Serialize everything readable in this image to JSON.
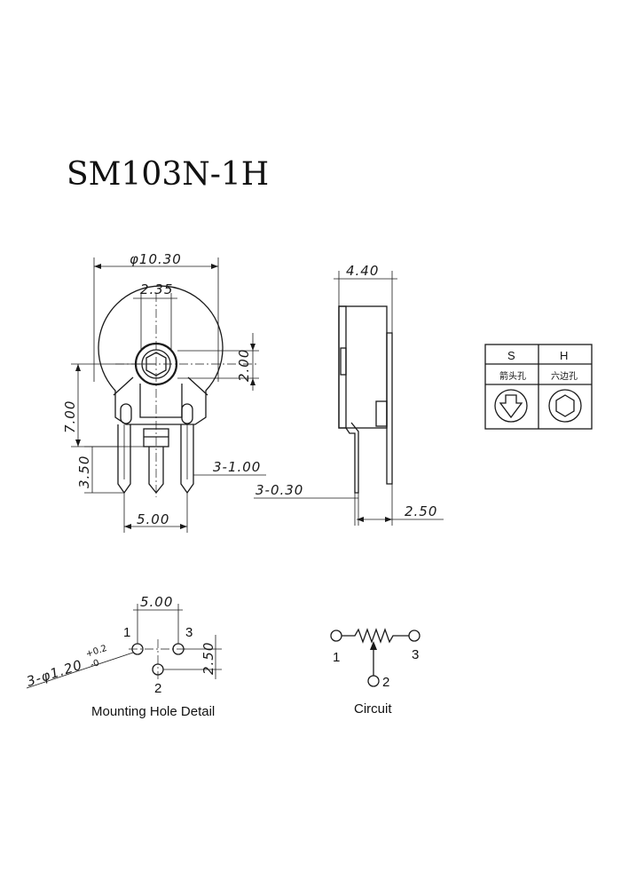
{
  "title": "SM103N-1H",
  "dimensions": {
    "diameter": "φ10.30",
    "hole_spacing_top": "2.35",
    "height_side": "2.00",
    "total_height": "7.00",
    "pin_length": "3.50",
    "pin_width": "3-1.00",
    "pin_thickness": "3-0.30",
    "pitch": "5.00",
    "depth": "4.40",
    "bottom_offset": "2.50"
  },
  "shaft_table": {
    "headers": [
      "S",
      "H"
    ],
    "types": [
      "箭头孔",
      "六边孔"
    ]
  },
  "mounting_hole": {
    "caption": "Mounting Hole Detail",
    "pitch": "5.00",
    "vertical": "2.50",
    "hole_spec": "3-φ1.20",
    "tol_plus": "+0.2",
    "tol_minus": "-0",
    "pin1": "1",
    "pin2": "2",
    "pin3": "3"
  },
  "circuit": {
    "caption": "Circuit",
    "pin1": "1",
    "pin2": "2",
    "pin3": "3"
  }
}
